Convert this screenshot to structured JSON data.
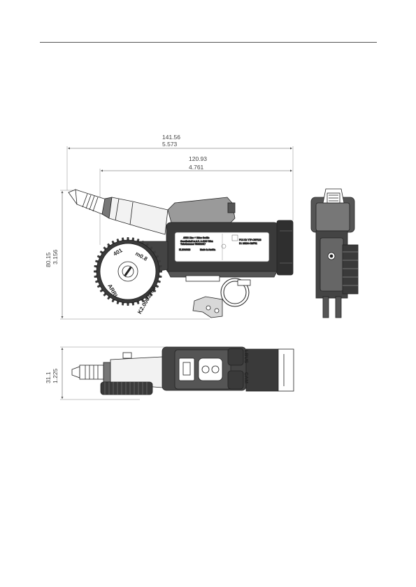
{
  "dimensions": {
    "overall_width_mm": "141.56",
    "overall_width_in": "5.573",
    "body_width_mm": "120.93",
    "body_width_in": "4.761",
    "height_mm": "80.15",
    "height_in": "3.156",
    "depth_mm": "31.1",
    "depth_in": "1.225"
  },
  "gear_markings": {
    "number": "401",
    "module": "m0.8",
    "brand": "ARRI",
    "part_number": "K2.0003753"
  },
  "label": {
    "title": "ARRI Cine + Video Geräte",
    "line1": "Gesellschaft m.b.H.  A-1100 Wien",
    "line2": "Ticketnummer 5839/2017",
    "model": "KL2016023",
    "made_in": "Made in Austria",
    "fcc": "FCC ID: Y7P-ORF123",
    "ic": "IC: 16224-CMFR1"
  },
  "connectors": {
    "lbus": "LBUS",
    "cam": "CAM"
  }
}
